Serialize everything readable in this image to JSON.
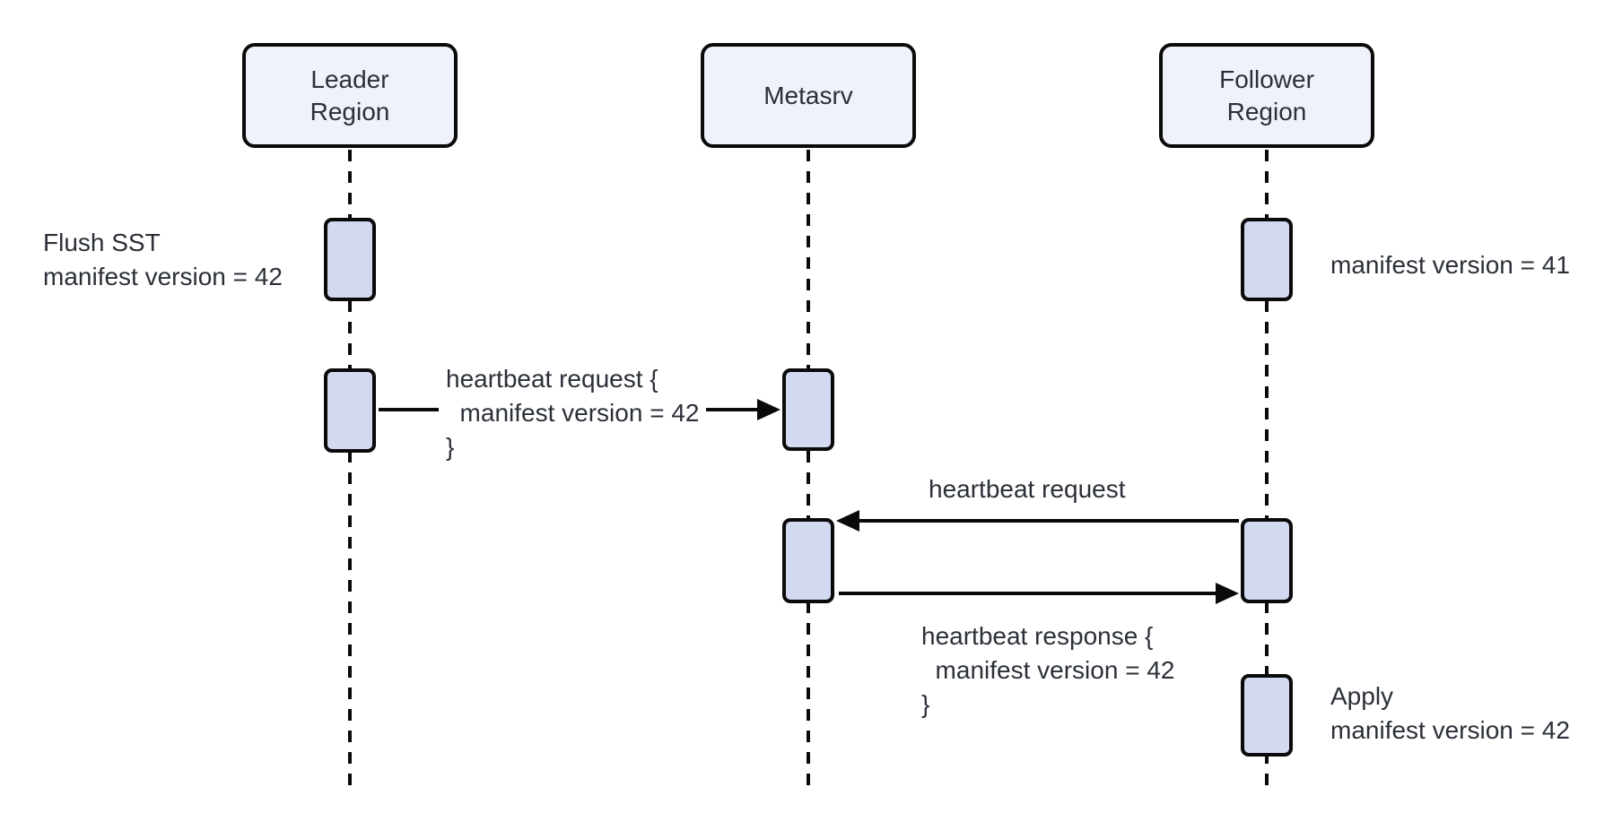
{
  "diagram": {
    "type": "sequence",
    "actors": [
      {
        "id": "leader-region",
        "label": "Leader\nRegion"
      },
      {
        "id": "metasrv",
        "label": "Metasrv"
      },
      {
        "id": "follower-region",
        "label": "Follower\nRegion"
      }
    ],
    "annotations": {
      "leader_flush": "Flush SST\nmanifest version = 42",
      "follower_state": "manifest version = 41",
      "follower_apply": "Apply\nmanifest version = 42"
    },
    "messages": [
      {
        "from": "Leader Region",
        "to": "Metasrv",
        "label": "heartbeat request {\n  manifest version = 42\n}"
      },
      {
        "from": "Follower Region",
        "to": "Metasrv",
        "label": "heartbeat request"
      },
      {
        "from": "Metasrv",
        "to": "Follower Region",
        "label": "heartbeat response {\n  manifest version = 42\n}"
      }
    ],
    "colors": {
      "actor_fill": "#EFF2FB",
      "activation_fill": "#D3D9F0",
      "stroke": "#0A0A0A",
      "text_color": "#2B3038",
      "bg": "#FFFFFF"
    }
  }
}
